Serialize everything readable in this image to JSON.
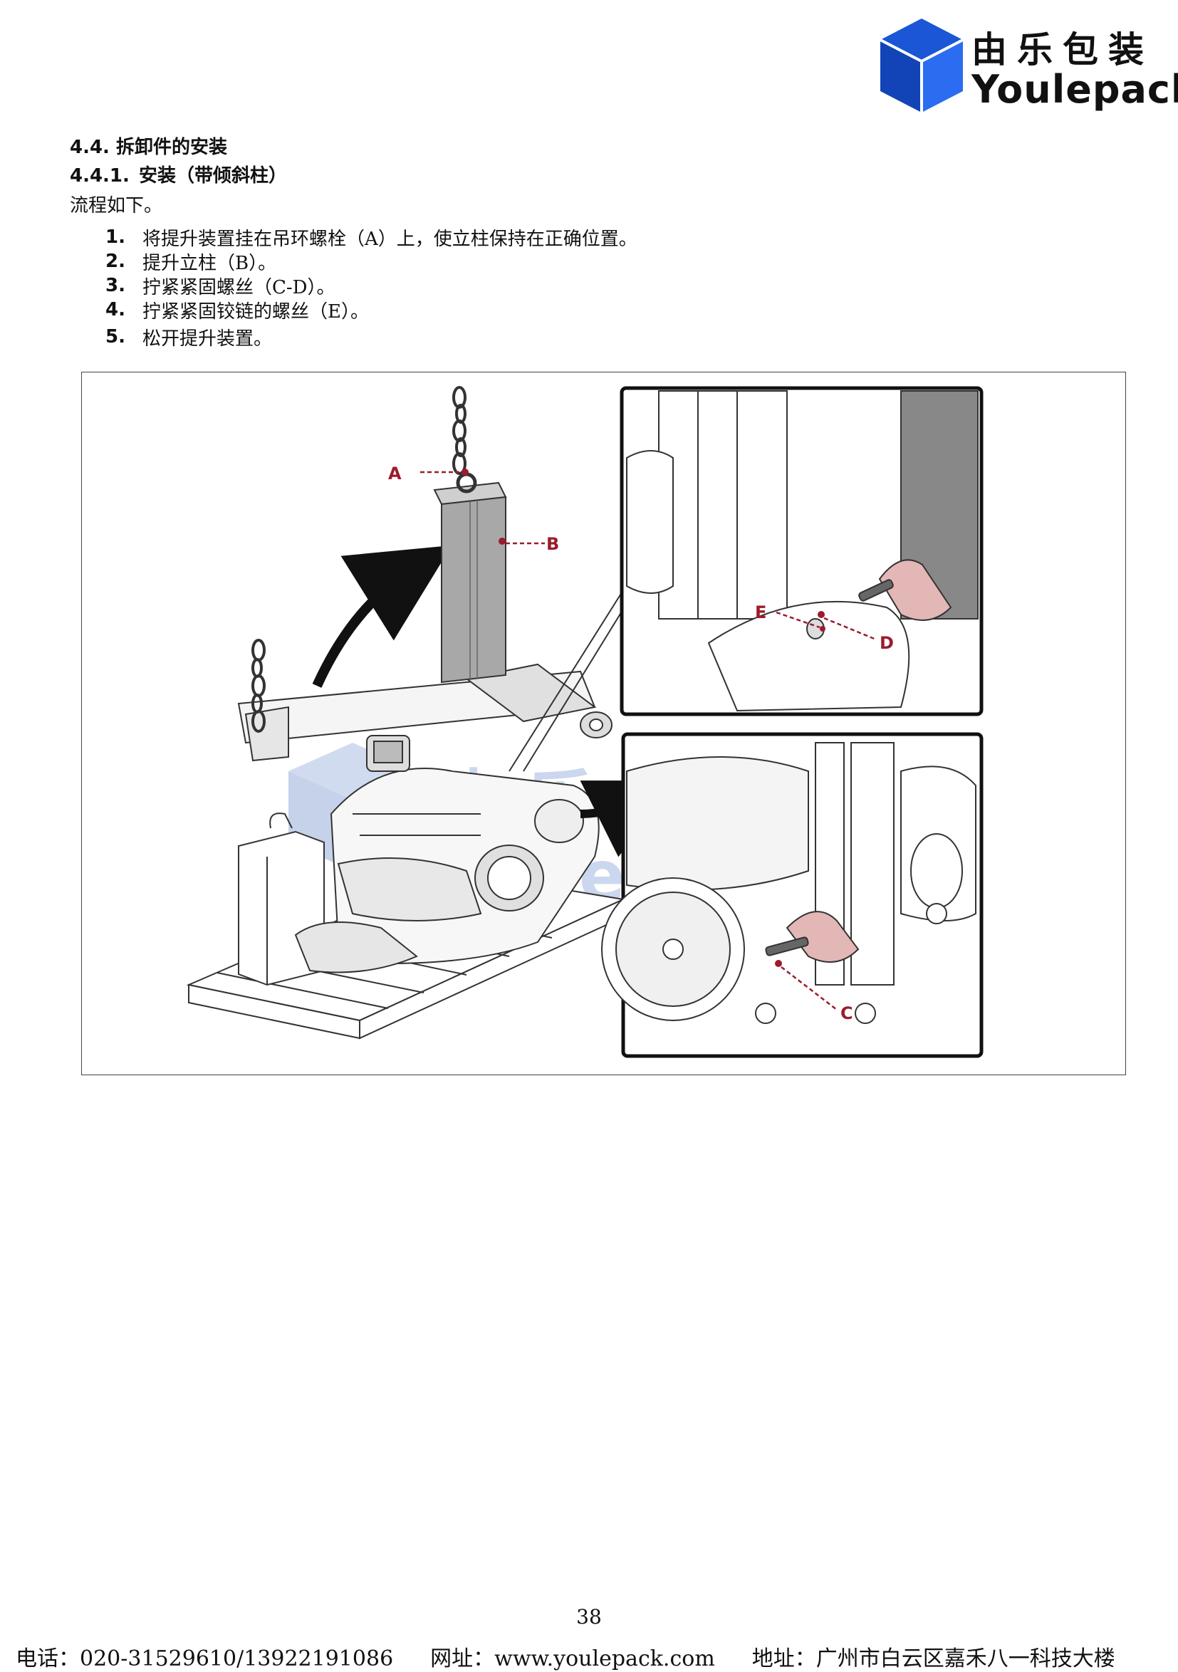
{
  "logo": {
    "name_cn": "由乐包装",
    "name_en": "Youlepack"
  },
  "section": {
    "number": "4.4.",
    "title": "拆卸件的安装"
  },
  "subsection": {
    "number": "4.4.1.",
    "title": "安装（带倾斜柱）"
  },
  "intro": "流程如下。",
  "steps": [
    {
      "num": "1.",
      "text": "将提升装置挂在吊环螺栓（A）上，使立柱保持在正确位置。"
    },
    {
      "num": "2.",
      "text": "提升立柱（B）。"
    },
    {
      "num": "3.",
      "text": "拧紧紧固螺丝（C-D）。"
    },
    {
      "num": "4.",
      "text": "拧紧紧固铰链的螺丝（E）。"
    },
    {
      "num": "5.",
      "text": "松开提升装置。"
    }
  ],
  "figure": {
    "callouts": {
      "a": "A",
      "b": "B",
      "c": "C",
      "d": "D",
      "e": "E"
    },
    "watermark_cn": "由乐包装",
    "watermark_en": "Youlepack",
    "accent_color": "#9b1c2c"
  },
  "page_number": "38",
  "footer": {
    "phone": "电话：020-31529610/13922191086",
    "website": "网址：www.youlepack.com",
    "address": "地址：广州市白云区嘉禾八一科技大楼"
  }
}
